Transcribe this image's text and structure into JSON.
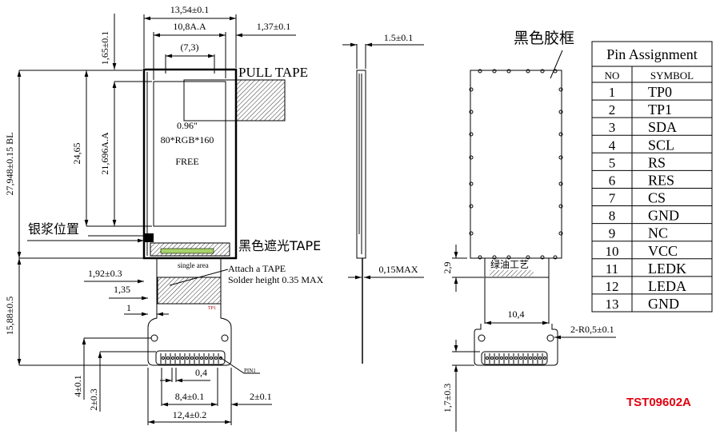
{
  "front_view": {
    "dim_total_width": "13,54±0.1",
    "dim_aa_width": "10,8A.A",
    "dim_window": "(7,3)",
    "dim_offset_right": "1,37±0.1",
    "dim_top_offset": "1,65±0.1",
    "dim_total_height": "27,948±0.15 BL",
    "dim_height_2": "24,65",
    "dim_aa_height": "21,696A.A",
    "panel_size": "0.96\"",
    "resolution": "80*RGB*160",
    "panel_note": "FREE",
    "pull_tape": "PULL TAPE",
    "silver_paste": "银浆位置",
    "black_tape": "黑色遮光TAPE",
    "single_area": "single   area",
    "attach_tape": "Attach a TAPE",
    "solder_height": "Solder height 0.35 MAX",
    "dim_192": "1,92±0.3",
    "dim_135": "1,35",
    "dim_1": "1",
    "tp1": "TP1",
    "dim_fpc_height": "15,88±0.5",
    "dim_pitch": "0,4",
    "pin1": "PIN1",
    "dim_pins_width": "8,4±0.1",
    "dim_2": "2±0.1",
    "dim_tab_width": "12,4±0.2",
    "dim_4": "4±0.1",
    "dim_2b": "2±0.3"
  },
  "side_view": {
    "dim_thickness": "1.5±0.1",
    "dim_fpc": "0,15MAX"
  },
  "back_view": {
    "frame_label": "黑色胶框",
    "green_oil": "绿油工艺",
    "dim_29": "2,9",
    "dim_104": "10,4",
    "dim_radius": "2-R0,5±0.1",
    "dim_17": "1,7±0.3"
  },
  "pin_table": {
    "title": "Pin Assignment",
    "headers": [
      "NO",
      "SYMBOL"
    ],
    "rows": [
      [
        "1",
        "TP0"
      ],
      [
        "2",
        "TP1"
      ],
      [
        "3",
        "SDA"
      ],
      [
        "4",
        "SCL"
      ],
      [
        "5",
        "RS"
      ],
      [
        "6",
        "RES"
      ],
      [
        "7",
        "CS"
      ],
      [
        "8",
        "GND"
      ],
      [
        "9",
        "NC"
      ],
      [
        "10",
        "VCC"
      ],
      [
        "11",
        "LEDK"
      ],
      [
        "12",
        "LEDA"
      ],
      [
        "13",
        "GND"
      ]
    ]
  },
  "drawing_number": "TST09602A",
  "colors": {
    "drawing_number": "#e00010",
    "fpc_strip": "#a8d36a"
  }
}
